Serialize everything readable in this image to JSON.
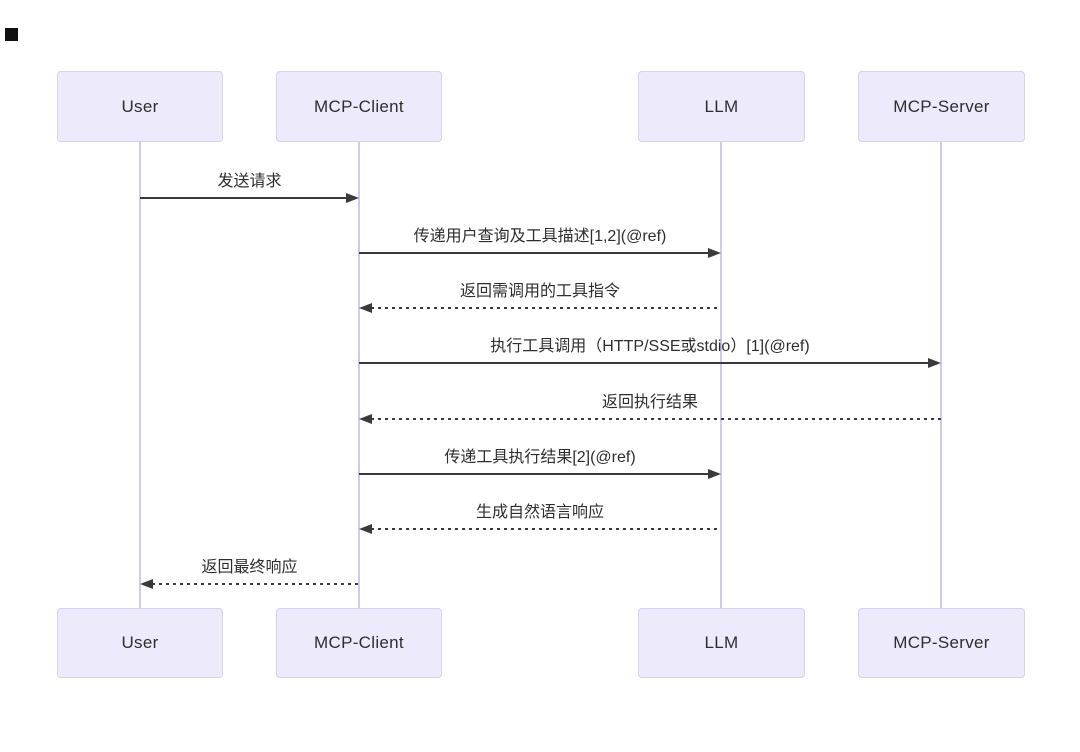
{
  "diagram": {
    "type": "sequence",
    "actors": [
      {
        "name": "User"
      },
      {
        "name": "MCP-Client"
      },
      {
        "name": "LLM"
      },
      {
        "name": "MCP-Server"
      }
    ],
    "messages": [
      {
        "from": "User",
        "to": "MCP-Client",
        "style": "solid",
        "label": "发送请求"
      },
      {
        "from": "MCP-Client",
        "to": "LLM",
        "style": "solid",
        "label": "传递用户查询及工具描述[1,2](@ref)"
      },
      {
        "from": "LLM",
        "to": "MCP-Client",
        "style": "dashed",
        "label": "返回需调用的工具指令"
      },
      {
        "from": "MCP-Client",
        "to": "MCP-Server",
        "style": "solid",
        "label": "执行工具调用（HTTP/SSE或stdio）[1](@ref)"
      },
      {
        "from": "MCP-Server",
        "to": "MCP-Client",
        "style": "dashed",
        "label": "返回执行结果"
      },
      {
        "from": "MCP-Client",
        "to": "LLM",
        "style": "solid",
        "label": "传递工具执行结果[2](@ref)"
      },
      {
        "from": "LLM",
        "to": "MCP-Client",
        "style": "dashed",
        "label": "生成自然语言响应"
      },
      {
        "from": "MCP-Client",
        "to": "User",
        "style": "dashed",
        "label": "返回最终响应"
      }
    ],
    "colors": {
      "actor_fill": "#ECEAFB",
      "actor_border": "#D8D1F0",
      "lifeline": "#D2C9EE",
      "message_line": "#3A3A3A",
      "text": "#2E2E2E"
    }
  }
}
